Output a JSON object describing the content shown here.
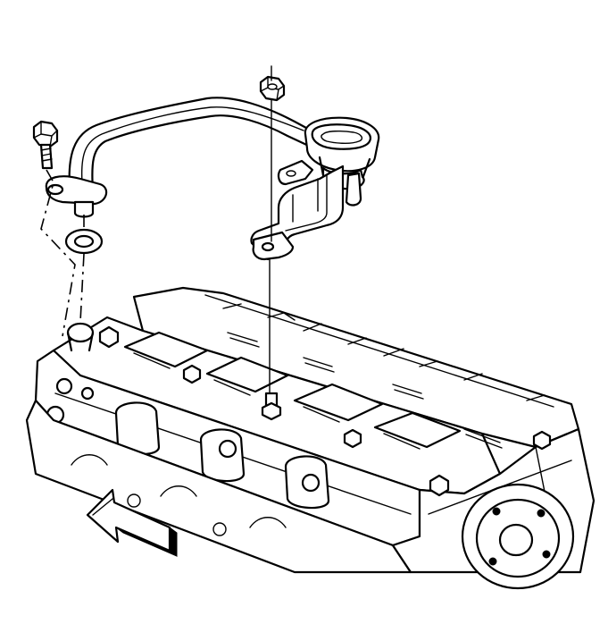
{
  "diagram": {
    "kind": "exploded-view line illustration",
    "components": [
      "oil-fill-tube",
      "oil-fill-cap-neck",
      "mounting-bracket",
      "bolt",
      "nut",
      "stud",
      "gasket",
      "cylinder-head-and-intake-manifold",
      "front-direction-arrow"
    ],
    "colors": {
      "line": "#000000",
      "background": "#ffffff"
    },
    "icons": [
      "front-direction-arrow-icon"
    ]
  }
}
